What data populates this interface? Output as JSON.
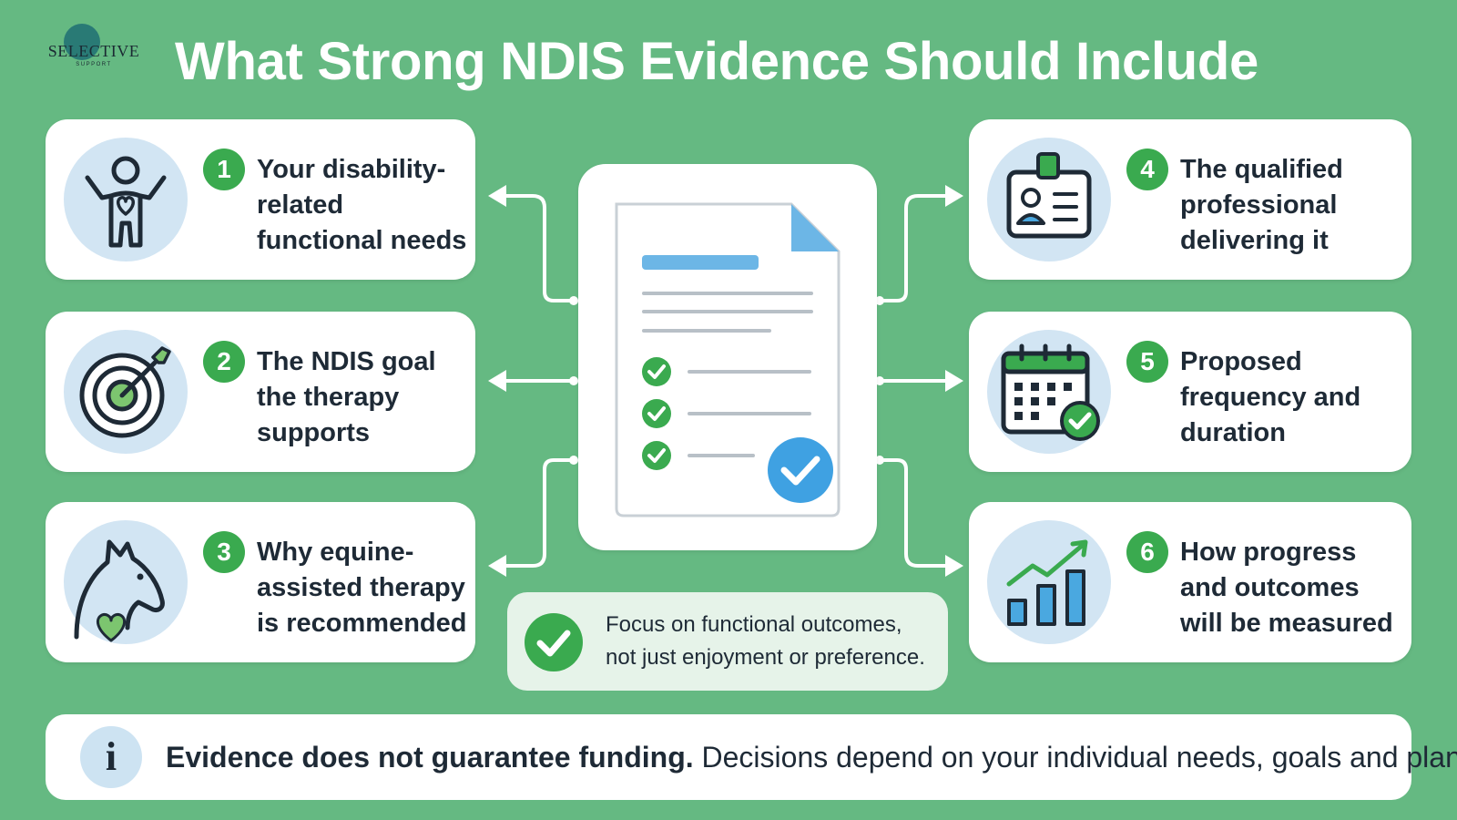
{
  "brand": {
    "name": "SELECTIVE",
    "tagline": "SUPPORT"
  },
  "title": "What Strong NDIS Evidence Should Include",
  "items": [
    {
      "number": "1",
      "text": "Your disability-related functional needs",
      "icon": "person-heart-icon"
    },
    {
      "number": "2",
      "text": "The NDIS goal the therapy supports",
      "icon": "target-arrow-icon"
    },
    {
      "number": "3",
      "text": "Why equine-assisted therapy is recommended",
      "icon": "horse-heart-icon"
    },
    {
      "number": "4",
      "text": "The qualified professional delivering it",
      "icon": "id-badge-icon"
    },
    {
      "number": "5",
      "text": "Proposed frequency and duration",
      "icon": "calendar-check-icon"
    },
    {
      "number": "6",
      "text": "How progress and outcomes will be measured",
      "icon": "bar-chart-growth-icon"
    }
  ],
  "focus": {
    "line1": "Focus on functional outcomes,",
    "line2": "not just enjoyment or preference."
  },
  "footer": {
    "bold": "Evidence does not guarantee funding.",
    "rest": "Decisions depend on your individual needs, goals and plan.",
    "icon_letter": "i"
  },
  "colors": {
    "background": "#65b982",
    "accent_green": "#3aaa4f",
    "accent_blue": "#4aa8e0",
    "icon_bg": "#d2e5f3",
    "text": "#1e2a36"
  }
}
